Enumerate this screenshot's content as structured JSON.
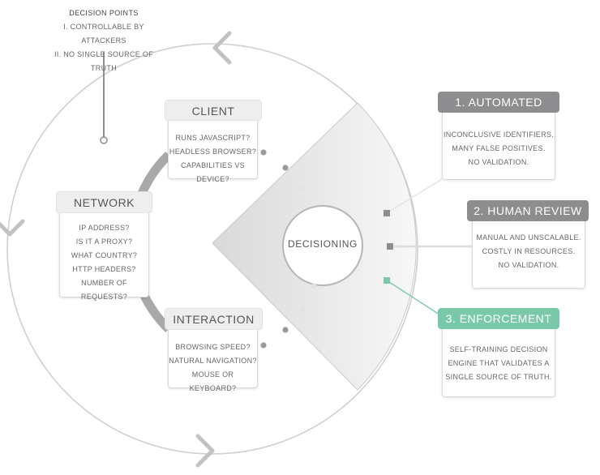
{
  "decision_points": {
    "title": "DECISION POINTS",
    "items": [
      "I. CONTROLLABLE BY ATTACKERS",
      "II. NO SINGLE SOURCE OF TRUTH"
    ]
  },
  "client": {
    "title": "CLIENT",
    "items": [
      "RUNS JAVASCRIPT?",
      "HEADLESS BROWSER?",
      "CAPABILITIES VS DEVICE?"
    ]
  },
  "network": {
    "title": "NETWORK",
    "items": [
      "IP ADDRESS?",
      "IS IT A PROXY?",
      "WHAT COUNTRY?",
      "HTTP HEADERS?",
      "NUMBER OF REQUESTS?"
    ]
  },
  "interaction": {
    "title": "INTERACTION",
    "items": [
      "BROWSING SPEED?",
      "NATURAL NAVIGATION?",
      "MOUSE OR KEYBOARD?"
    ]
  },
  "decisioning": {
    "label": "DECISIONING"
  },
  "automated_review": {
    "title": "1. AUTOMATED REVIEW",
    "items": [
      "INCONCLUSIVE IDENTIFIERS.",
      "MANY FALSE POSITIVES.",
      "NO VALIDATION."
    ]
  },
  "human_review": {
    "title": "2. HUMAN REVIEW",
    "items": [
      "MANUAL AND UNSCALABLE.",
      "COSTLY IN RESOURCES.",
      "NO VALIDATION."
    ]
  },
  "enforcement": {
    "title": "3. ENFORCEMENT",
    "items": [
      "SELF-TRAINING DECISION",
      "ENGINE THAT VALIDATES A",
      "SINGLE SOURCE OF TRUTH."
    ]
  },
  "colors": {
    "accent_green": "#79c9a9",
    "header_gray": "#8d8d8f",
    "header_light": "#eeeeee",
    "circle_stroke": "#cfcfcf",
    "arc_dark": "#a9a9a9"
  }
}
